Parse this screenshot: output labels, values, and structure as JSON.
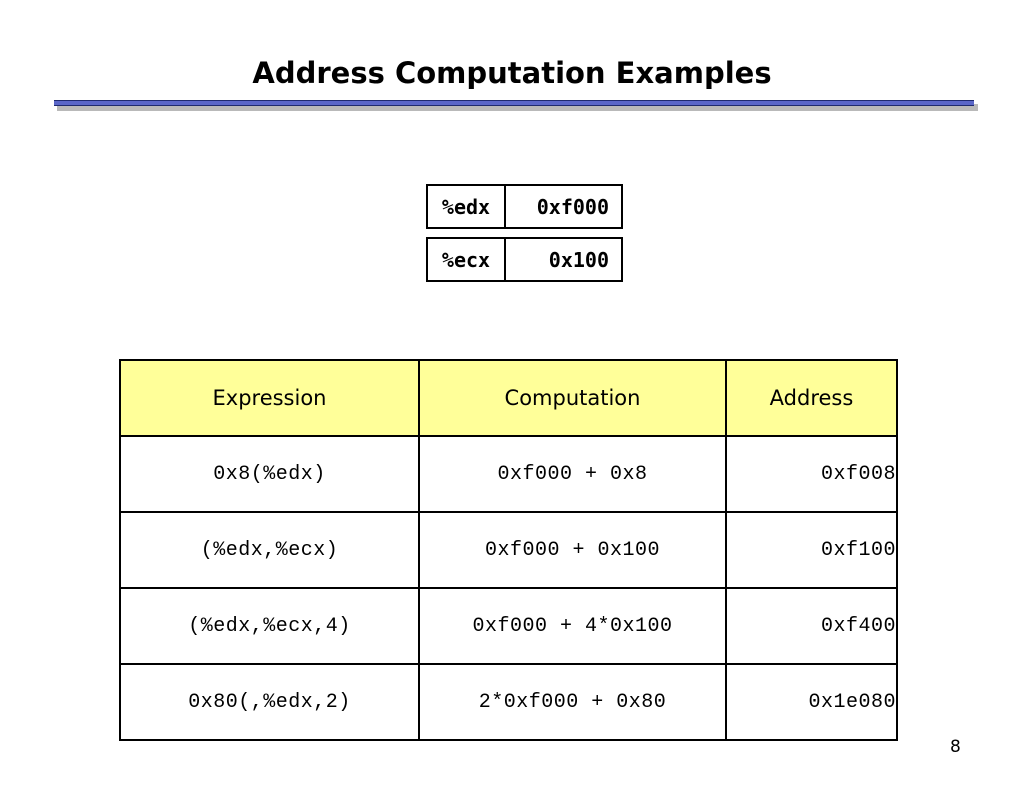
{
  "slide": {
    "title": "Address Computation Examples",
    "page_number": "8"
  },
  "registers": [
    {
      "name": "%edx",
      "value": "0xf000"
    },
    {
      "name": "%ecx",
      "value": "0x100"
    }
  ],
  "table": {
    "headers": [
      "Expression",
      "Computation",
      "Address"
    ],
    "rows": [
      {
        "expression": "0x8(%edx)",
        "computation": "0xf000 + 0x8",
        "address": "0xf008"
      },
      {
        "expression": "(%edx,%ecx)",
        "computation": "0xf000 + 0x100",
        "address": "0xf100"
      },
      {
        "expression": "(%edx,%ecx,4)",
        "computation": "0xf000 + 4*0x100",
        "address": "0xf400"
      },
      {
        "expression": "0x80(,%edx,2)",
        "computation": "2*0xf000 + 0x80",
        "address": "0x1e080"
      }
    ],
    "header_color": "#ffff99"
  },
  "colors": {
    "title_rule": "#5a66c8",
    "title_rule_shadow": "#b9b9b9"
  }
}
